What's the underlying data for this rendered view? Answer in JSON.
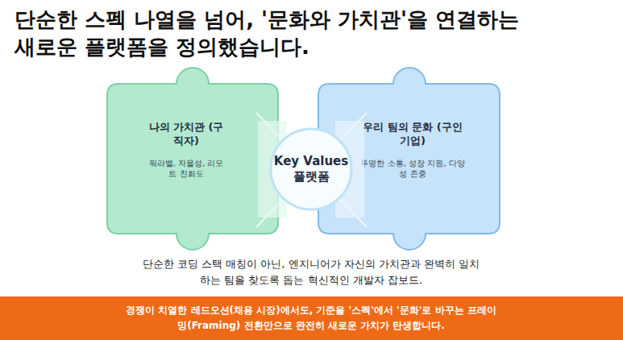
{
  "diagram": {
    "title": "단순한 스펙 나열을 넘어, '문화와 가치관'을 연결하는 새로운 플랫폼을 정의했습니다.",
    "caption": "단순한 코딩 스택 매칭이 아닌, 엔지니어가 자신의 가치관과 완벽히 일치하는 팀을 찾도록 돕는 혁신적인 개발자 잡보드.",
    "nodes": [
      {
        "text": [
          "나의 가치관 (구직자)",
          "워라밸, 자율성, 리모트 친화도"
        ]
      },
      {
        "text": [
          "Key Values 플랫폼"
        ]
      },
      {
        "text": [
          "우리 팀의 문화 (구인 기업)",
          "투명한 소통, 성장 지원, 다양성 존중"
        ]
      },
      {
        "text": [
          "경쟁이 치열한 레드오션(채용 시장)에서도, 기준을 '스펙'에서 '문화'로 바꾸는 프레이밍(Framing) 전환만으로 완전히 새로운 가치가 탄생합니다."
        ]
      }
    ]
  }
}
